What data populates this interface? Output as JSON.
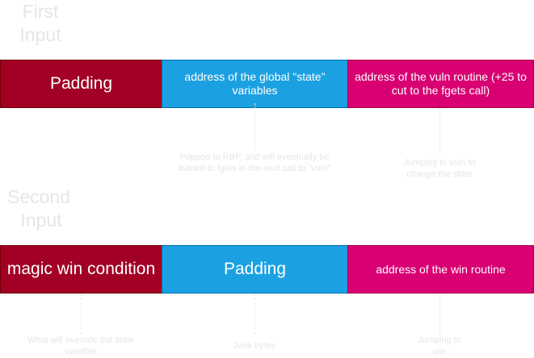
{
  "first_input": {
    "heading_line1": "First",
    "heading_line2": "Input",
    "blocks": [
      {
        "label": "Padding",
        "color": "#a20025"
      },
      {
        "label": "address of the global \"state\" variables",
        "color": "#1ba1e2"
      },
      {
        "label": "address of the vuln routine (+25 to cut to the fgets call)",
        "color": "#d80073"
      }
    ],
    "notes": [
      "Popped to RBP, and will eventually be loaded to fgets in the next call to \"vuln\"",
      "Jumping to vuln to change the state"
    ]
  },
  "second_input": {
    "heading_line1": "Second",
    "heading_line2": "Input",
    "blocks": [
      {
        "label": "magic win condition",
        "color": "#a20025"
      },
      {
        "label": "Padding",
        "color": "#1ba1e2"
      },
      {
        "label": "address of the win routine",
        "color": "#d80073"
      }
    ],
    "notes": [
      "What will override the state variable",
      "Junk bytes",
      "Jumping to win"
    ]
  }
}
